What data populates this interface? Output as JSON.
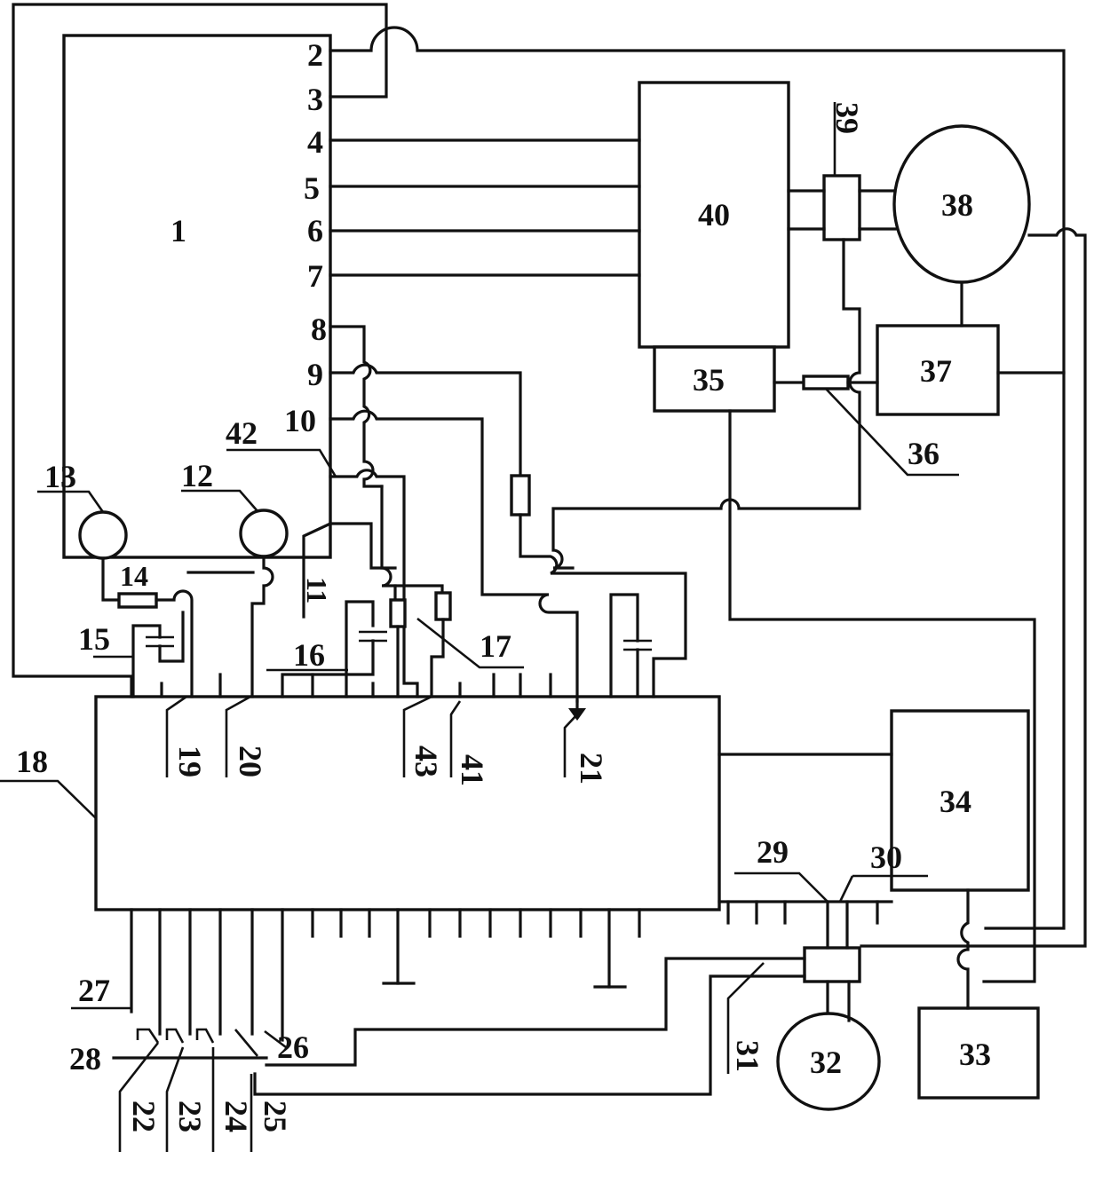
{
  "labels": {
    "n1": "1",
    "n2": "2",
    "n3": "3",
    "n4": "4",
    "n5": "5",
    "n6": "6",
    "n7": "7",
    "n8": "8",
    "n9": "9",
    "n10": "10",
    "n11": "11",
    "n12": "12",
    "n13": "13",
    "n14": "14",
    "n15": "15",
    "n16": "16",
    "n17": "17",
    "n18": "18",
    "n19": "19",
    "n20": "20",
    "n21": "21",
    "n22": "22",
    "n23": "23",
    "n24": "24",
    "n25": "25",
    "n26": "26",
    "n27": "27",
    "n28": "28",
    "n29": "29",
    "n30": "30",
    "n31": "31",
    "n32": "32",
    "n33": "33",
    "n34": "34",
    "n35": "35",
    "n36": "36",
    "n37": "37",
    "n38": "38",
    "n39": "39",
    "n40": "40",
    "n41": "41",
    "n42": "42",
    "n43": "43"
  }
}
